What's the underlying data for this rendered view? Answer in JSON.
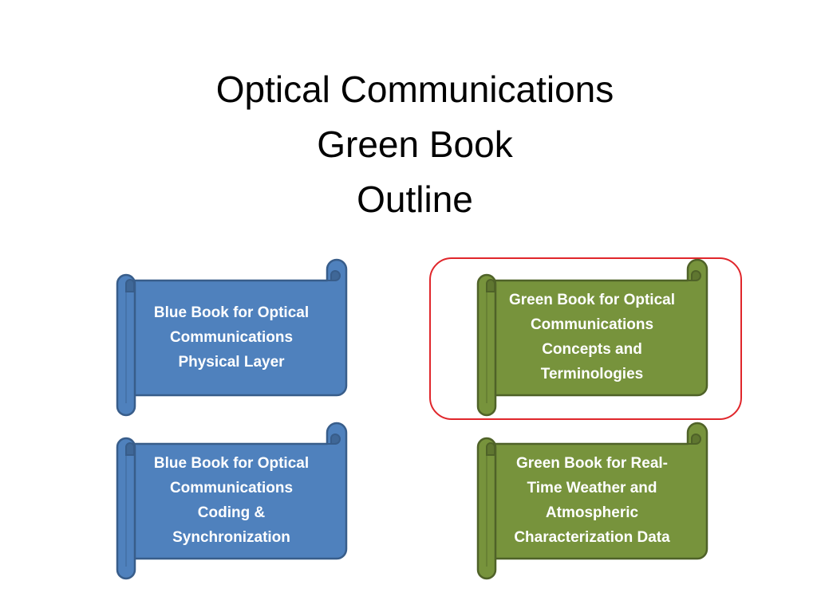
{
  "slide": {
    "title_lines": [
      "Optical Communications",
      "Green Book",
      "Outline"
    ]
  },
  "colors": {
    "blue_fill": "#4f81bd",
    "blue_stroke": "#385d8a",
    "blue_shade": "#3f6797",
    "green_fill": "#77933c",
    "green_stroke": "#4f6228",
    "green_shade": "#5f7630",
    "highlight": "#e0262b",
    "text": "#ffffff"
  },
  "scrolls": [
    {
      "color": "blue",
      "lines": [
        "Blue Book for Optical",
        "Communications",
        "Physical Layer"
      ]
    },
    {
      "color": "green",
      "lines": [
        "Green Book for Optical",
        "Communications",
        "Concepts and",
        "Terminologies"
      ]
    },
    {
      "color": "blue",
      "lines": [
        "Blue Book for Optical",
        "Communications",
        "Coding &",
        "Synchronization"
      ]
    },
    {
      "color": "green",
      "lines": [
        "Green Book for Real-",
        "Time Weather and",
        "Atmospheric",
        "Characterization Data"
      ]
    }
  ]
}
